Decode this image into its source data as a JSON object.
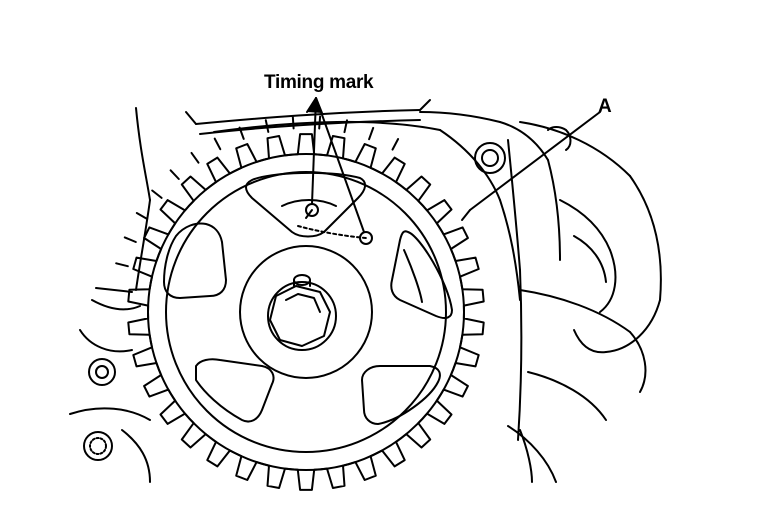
{
  "labels": {
    "timing_mark": "Timing mark",
    "part_a": "A"
  },
  "colors": {
    "ink": "#000000",
    "paper": "#ffffff"
  },
  "sprocket": {
    "tooth_count": 34
  }
}
